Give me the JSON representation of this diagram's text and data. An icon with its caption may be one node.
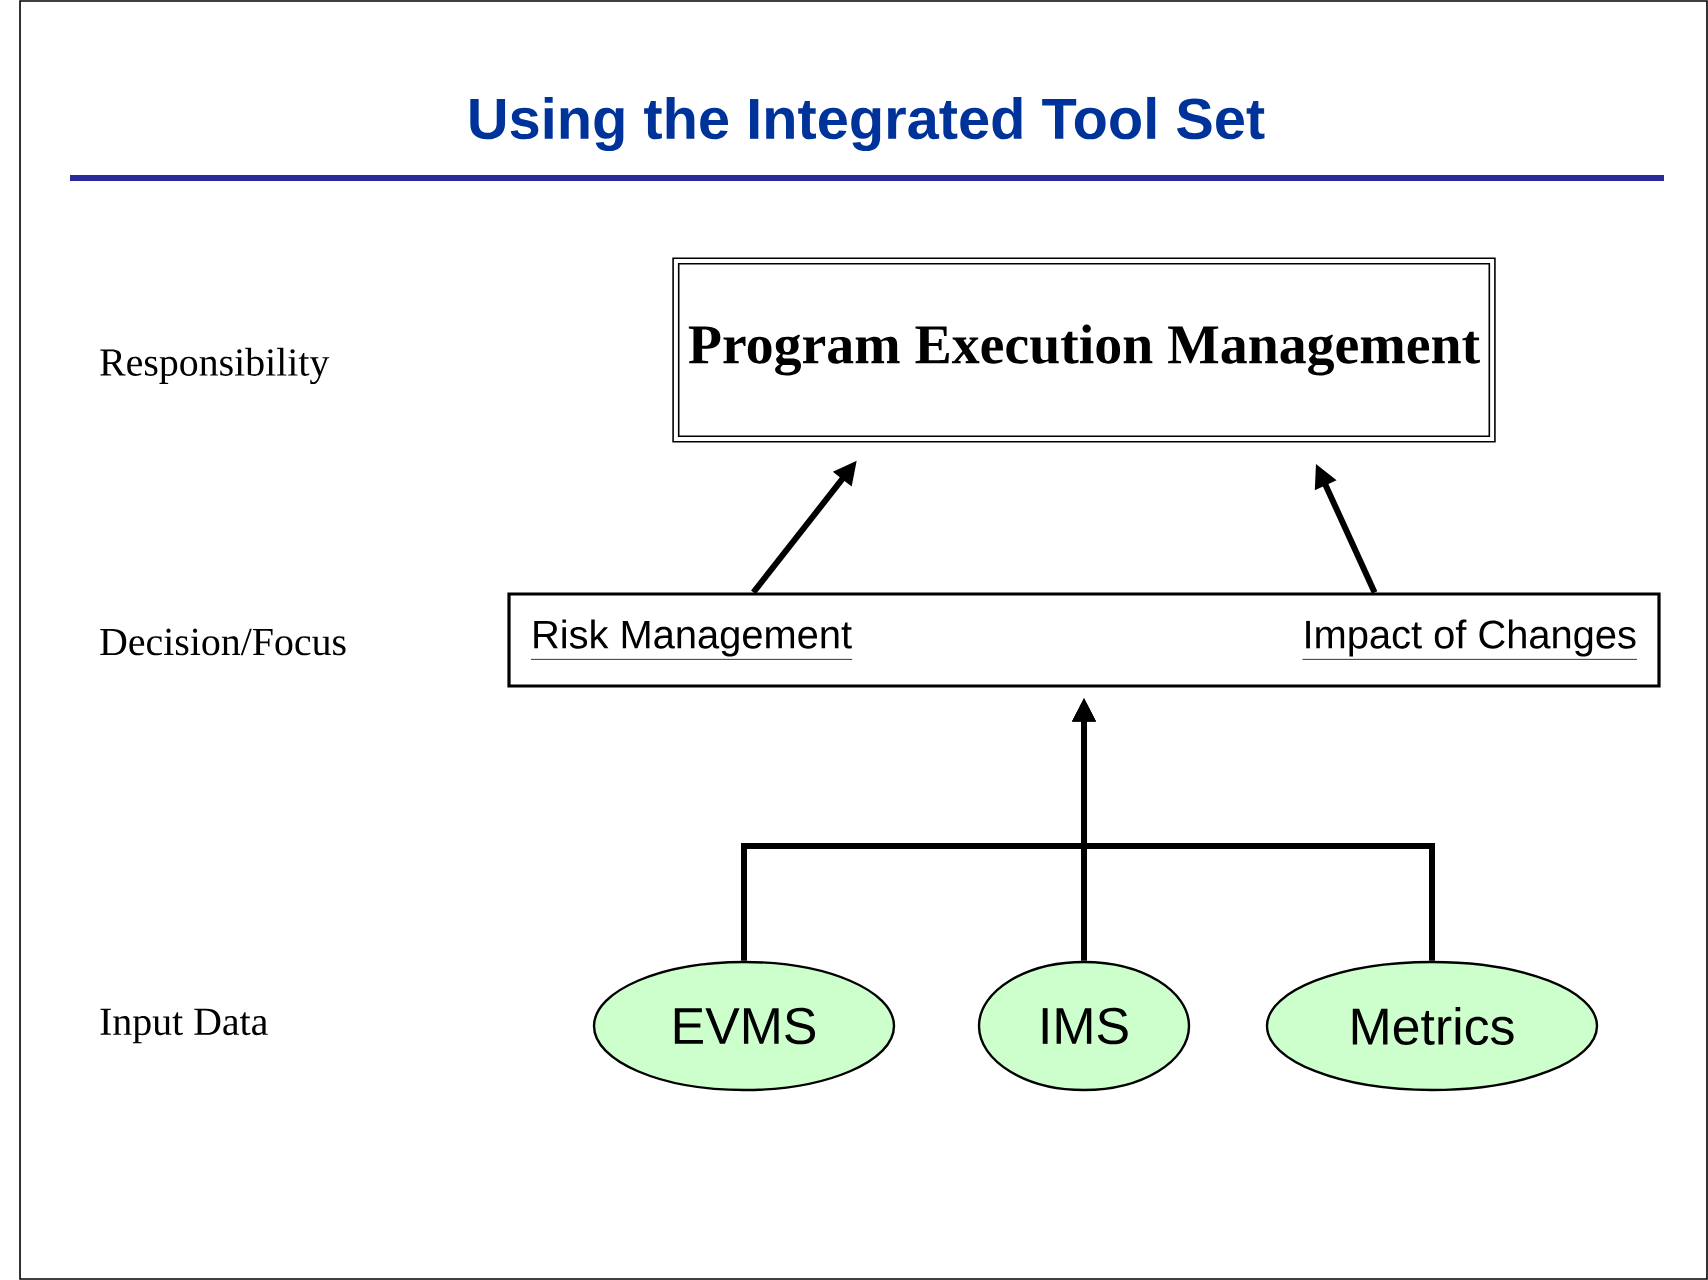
{
  "diagram": {
    "title": "Using the Integrated Tool Set",
    "nodes": [
      {
        "text": [
          "Program Execution Management"
        ]
      },
      {
        "text": [
          "Risk Management",
          "Impact of Changes"
        ]
      },
      {
        "text": [
          "EVMS"
        ]
      },
      {
        "text": [
          "IMS"
        ]
      },
      {
        "text": [
          "Metrics"
        ]
      }
    ],
    "edges": [
      {
        "from": 1,
        "to": 0,
        "arrow": "to"
      },
      {
        "from": 1,
        "to": 0,
        "arrow": "to"
      },
      {
        "from": 2,
        "to": 1,
        "arrow": "to"
      },
      {
        "from": 3,
        "to": 1,
        "arrow": "to"
      },
      {
        "from": 4,
        "to": 1,
        "arrow": "to"
      }
    ],
    "labels": [
      "Responsibility",
      "Decision/Focus",
      "Input Data"
    ]
  }
}
